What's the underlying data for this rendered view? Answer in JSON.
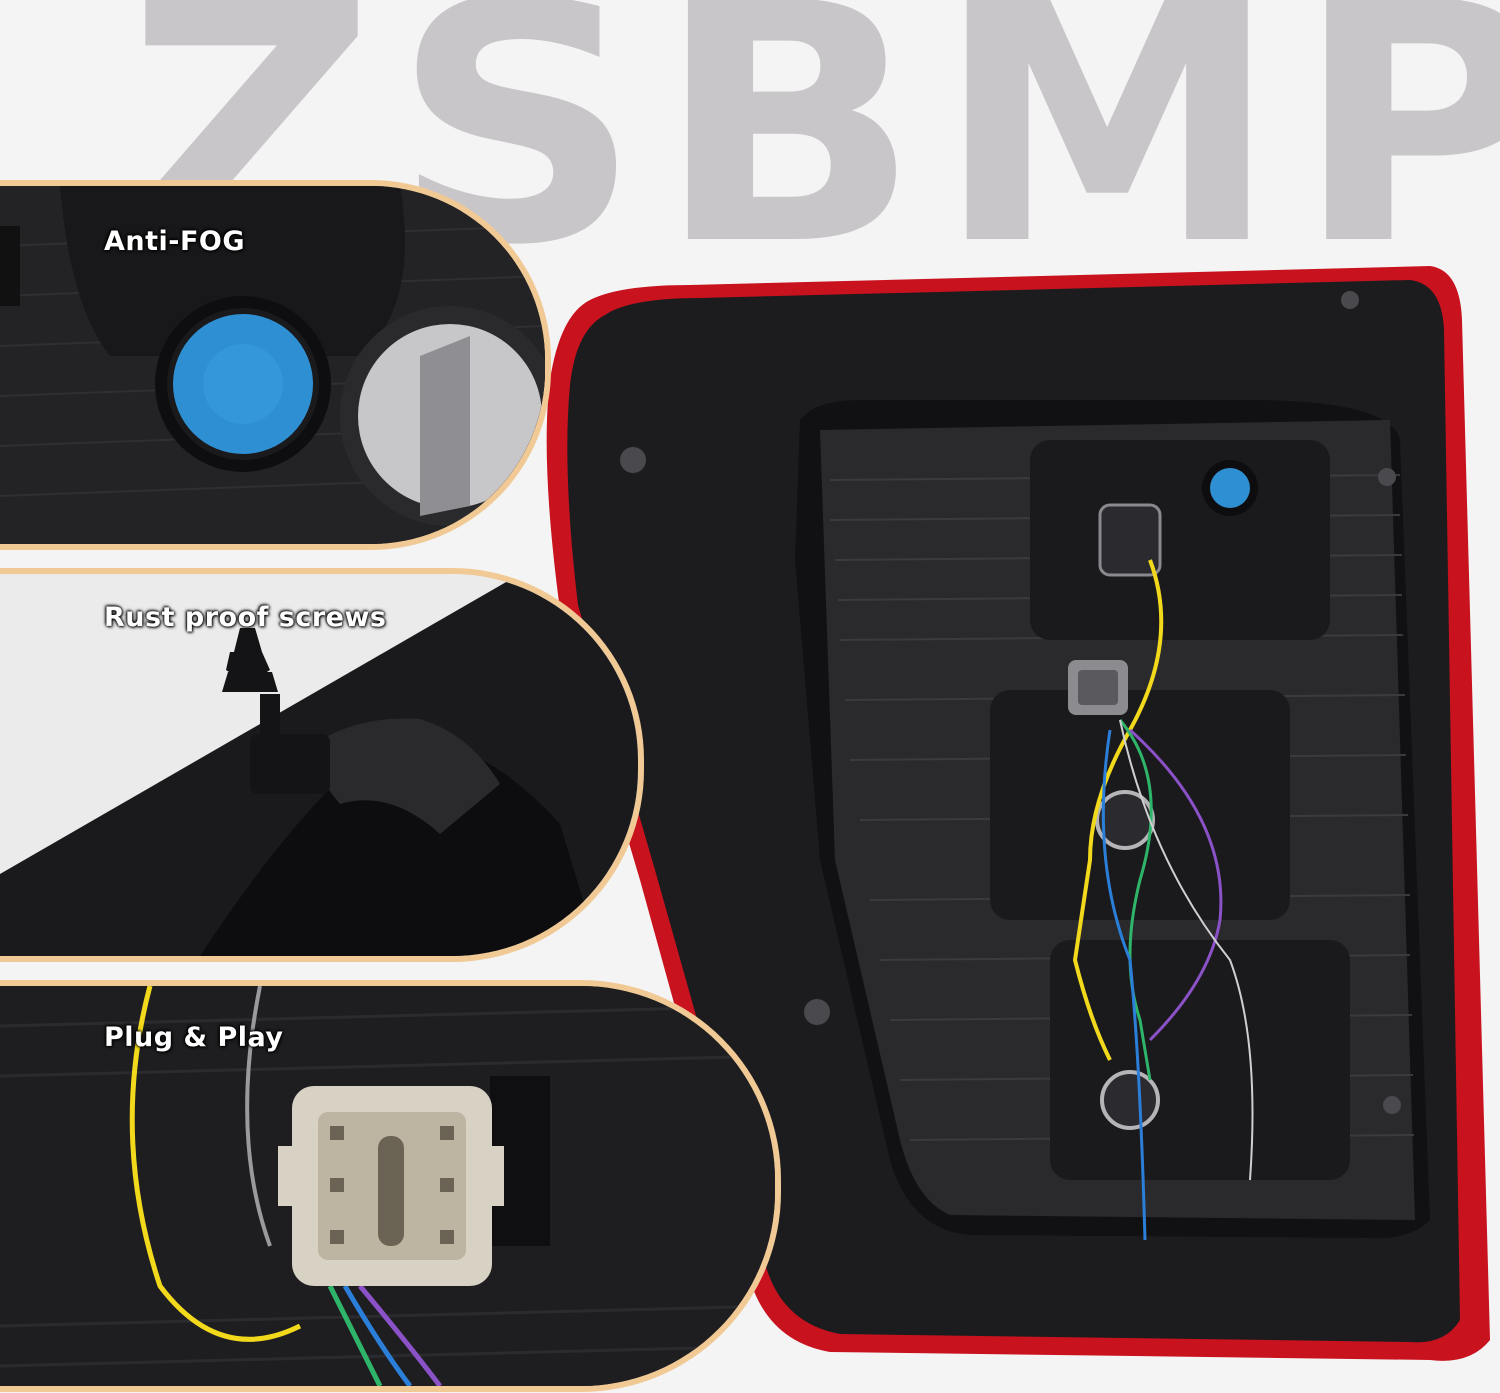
{
  "brand": {
    "wordmark": "ZSBMP"
  },
  "callouts": [
    {
      "label": "Anti-FOG",
      "icon": "vent-cap-icon"
    },
    {
      "label": "Rust proof screws",
      "icon": "screw-icon"
    },
    {
      "label": "Plug & Play",
      "icon": "connector-icon"
    }
  ],
  "colors": {
    "accent_border": "#f1c995",
    "lens_red": "#c8121e",
    "housing": "#1c1c1e",
    "vent_blue": "#2f8fd3",
    "wire_yellow": "#f2d91c",
    "wire_blue": "#2b7fd9",
    "wire_green": "#2fb56a",
    "wire_purple": "#8a52c6"
  }
}
